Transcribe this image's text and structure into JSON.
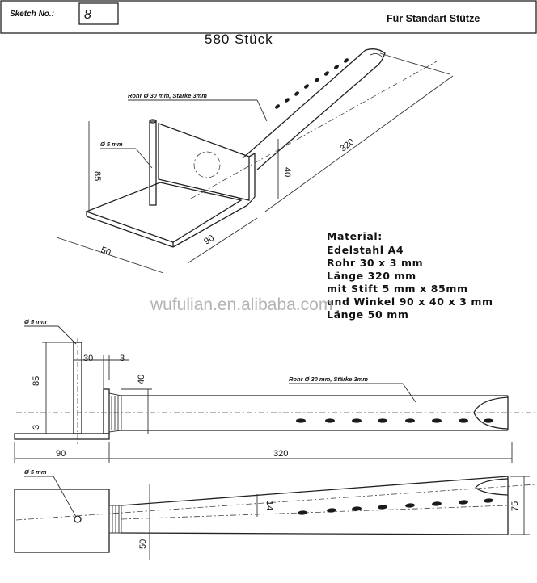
{
  "header": {
    "sketch_label": "Sketch No.:",
    "sketch_number": "8",
    "title_right": "Für Standart Stütze"
  },
  "quantity": "580 Stück",
  "labels": {
    "tube_note": "Rohr Ø 30 mm, Stärke 3mm",
    "pin_note": "Ø 5 mm"
  },
  "iso_dims": {
    "length": "320",
    "height": "85",
    "plate_side": "40",
    "angle_width": "90",
    "angle_depth": "50"
  },
  "material": {
    "heading": "Material:",
    "lines": [
      "Edelstahl A4",
      "Rohr 30 x 3 mm",
      "Länge 320 mm",
      "mit Stift 5 mm x 85mm",
      "und Winkel 90 x 40 x 3 mm",
      "Länge 50 mm"
    ]
  },
  "side_dims": {
    "pin_diameter": "Ø 5 mm",
    "height": "85",
    "gap": "30",
    "thickness": "3",
    "base_thickness": "3",
    "plate_height": "40",
    "width": "90",
    "length": "320",
    "tube_note": "Rohr Ø 30 mm, Stärke 3mm"
  },
  "top_dims": {
    "pin_diameter": "Ø 5 mm",
    "small_dim": "14",
    "end_dim": "75",
    "depth": "50"
  },
  "watermark": "wufulian.en.alibaba.com"
}
